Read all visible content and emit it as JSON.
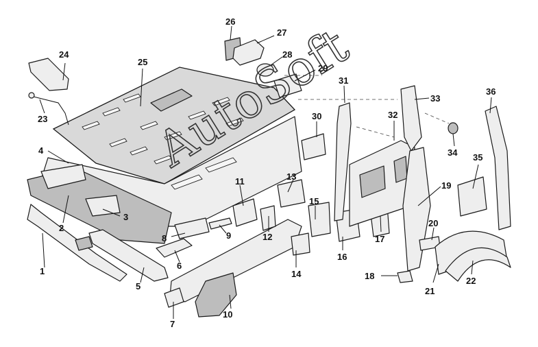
{
  "callouts": [
    "1",
    "2",
    "3",
    "4",
    "5",
    "6",
    "7",
    "8",
    "9",
    "10",
    "11",
    "12",
    "13",
    "14",
    "15",
    "16",
    "17",
    "18",
    "19",
    "20",
    "21",
    "22",
    "23",
    "24",
    "25",
    "26",
    "27",
    "28",
    "29",
    "30",
    "31",
    "32",
    "33",
    "34",
    "35",
    "36"
  ],
  "watermark": "AutoSoft",
  "colors": {
    "line": "#1a1a1a",
    "fill": "#eeeeee",
    "shade": "#bdbdbd"
  }
}
